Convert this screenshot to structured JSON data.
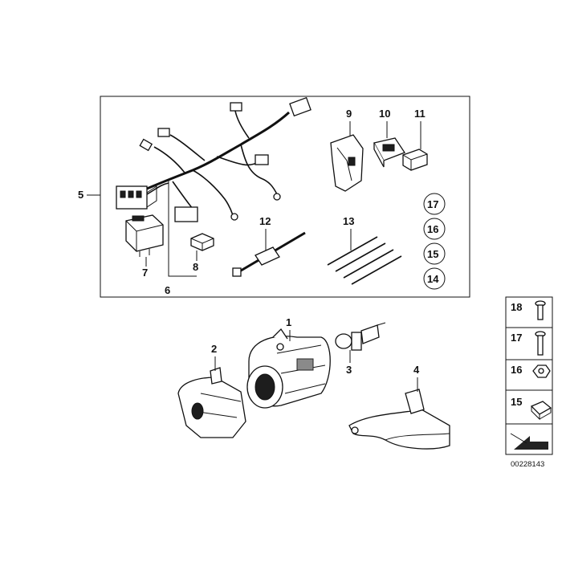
{
  "labels": {
    "l1": "1",
    "l2": "2",
    "l3": "3",
    "l4": "4",
    "l5": "5",
    "l6": "6",
    "l7": "7",
    "l8": "8",
    "l9": "9",
    "l10": "10",
    "l11": "11",
    "l12": "12",
    "l13": "13",
    "l14": "14",
    "l15": "15",
    "l16": "16",
    "l17": "17"
  },
  "legend": {
    "r18": "18",
    "r17": "17",
    "r16": "16",
    "r15": "15"
  },
  "diagram_number": "00228143"
}
